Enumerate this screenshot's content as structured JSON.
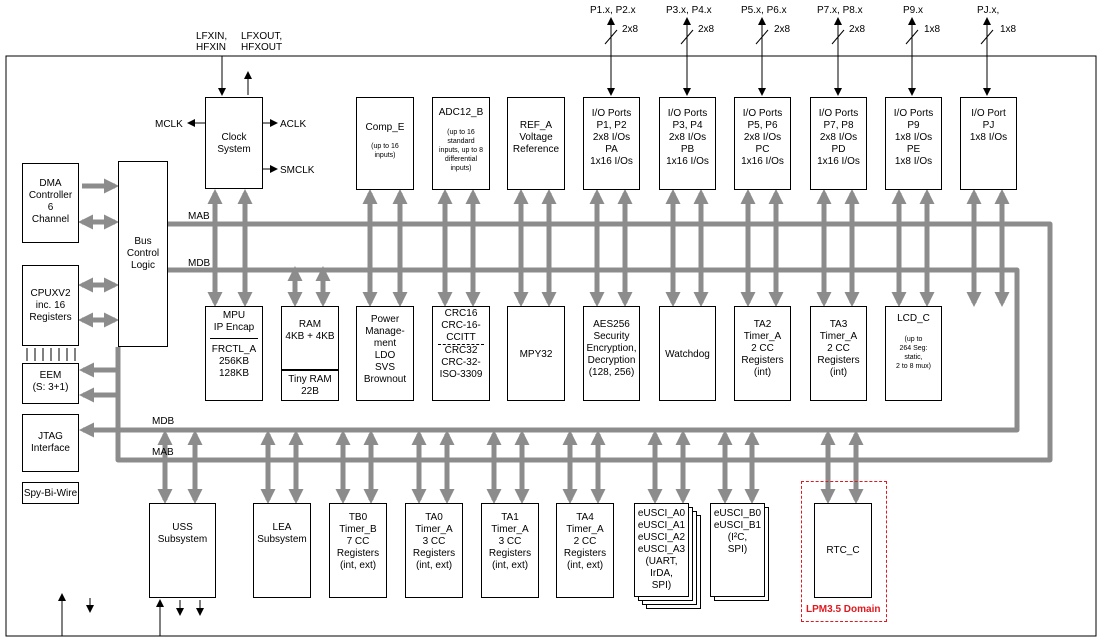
{
  "top_ports": [
    {
      "pins": "P1.x, P2.x",
      "width": "2x8"
    },
    {
      "pins": "P3.x, P4.x",
      "width": "2x8"
    },
    {
      "pins": "P5.x, P6.x",
      "width": "2x8"
    },
    {
      "pins": "P7.x, P8.x",
      "width": "2x8"
    },
    {
      "pins": "P9.x",
      "width": "1x8"
    },
    {
      "pins": "PJ.x,",
      "width": "1x8"
    }
  ],
  "clock_pins": {
    "inputs": [
      "LFXIN,",
      "HFXIN"
    ],
    "outputs": [
      "LFXOUT,",
      "HFXOUT"
    ]
  },
  "clock_signals": {
    "mclk": "MCLK",
    "aclk": "ACLK",
    "smclk": "SMCLK"
  },
  "bus_labels": {
    "mab_top": "MAB",
    "mdb_top": "MDB",
    "mdb_bottom": "MDB",
    "mab_bottom": "MAB"
  },
  "blocks": {
    "clock": [
      "Clock",
      "System"
    ],
    "comp": [
      "Comp_E"
    ],
    "comp_sub": [
      "(up to 16",
      "inputs)"
    ],
    "adc": [
      "ADC12_B"
    ],
    "adc_sub": [
      "(up to 16",
      "standard",
      "inputs, up to 8",
      "differential",
      "inputs)"
    ],
    "ref": [
      "REF_A",
      "",
      "Voltage",
      "Reference"
    ],
    "io1": [
      "I/O Ports",
      "P1, P2",
      "2x8 I/Os",
      "",
      "PA",
      "1x16 I/Os"
    ],
    "io2": [
      "I/O Ports",
      "P3, P4",
      "2x8 I/Os",
      "",
      "PB",
      "1x16 I/Os"
    ],
    "io3": [
      "I/O Ports",
      "P5, P6",
      "2x8 I/Os",
      "",
      "PC",
      "1x16 I/Os"
    ],
    "io4": [
      "I/O Ports",
      "P7, P8",
      "2x8 I/Os",
      "",
      "PD",
      "1x16 I/Os"
    ],
    "io5": [
      "I/O Ports",
      "P9",
      "1x8 I/Os",
      "",
      "PE",
      "1x8 I/Os"
    ],
    "io6": [
      "I/O Port",
      "PJ",
      "1x8 I/Os"
    ],
    "dma": [
      "DMA",
      "Controller",
      "",
      "6",
      "Channel"
    ],
    "bus": [
      "Bus",
      "Control",
      "Logic"
    ],
    "cpu": [
      "CPUXV2",
      "inc. 16",
      "Registers"
    ],
    "eem": [
      "EEM",
      "(S: 3+1)"
    ],
    "jtag": [
      "JTAG",
      "Interface"
    ],
    "spy": [
      "Spy-Bi-Wire"
    ],
    "mpu_top": [
      "MPU",
      "IP Encap"
    ],
    "mpu_bottom": [
      "FRCTL_A",
      "256KB",
      "128KB"
    ],
    "ram_top": [
      "RAM",
      "",
      "4KB + 4KB"
    ],
    "ram_bottom": [
      "Tiny RAM",
      "22B"
    ],
    "power": [
      "Power",
      "Manage-",
      "ment",
      "",
      "LDO",
      "SVS",
      "Brownout"
    ],
    "crc": [
      "CRC16",
      "",
      "CRC-16-",
      "CCITT",
      "CRC32",
      "",
      "CRC-32-",
      "ISO-3309"
    ],
    "mpy": [
      "MPY32"
    ],
    "aes": [
      "AES256",
      "",
      "Security",
      "Encryption,",
      "Decryption",
      "(128, 256)"
    ],
    "wdt": [
      "Watchdog"
    ],
    "ta2": [
      "TA2",
      "",
      "Timer_A",
      "2 CC",
      "Registers",
      "(int)"
    ],
    "ta3": [
      "TA3",
      "",
      "Timer_A",
      "2 CC",
      "Registers",
      "(int)"
    ],
    "lcd": [
      "LCD_C"
    ],
    "lcd_sub": [
      "(up to",
      "264 Seg:",
      "static,",
      "2 to 8 mux)"
    ],
    "uss": [
      "USS",
      "Subsystem"
    ],
    "lea": [
      "LEA",
      "Subsystem"
    ],
    "tb0": [
      "TB0",
      "",
      "Timer_B",
      "7 CC",
      "Registers",
      "(int, ext)"
    ],
    "ta0": [
      "TA0",
      "",
      "Timer_A",
      "3 CC",
      "Registers",
      "(int, ext)"
    ],
    "ta1": [
      "TA1",
      "",
      "Timer_A",
      "3 CC",
      "Registers",
      "(int, ext)"
    ],
    "ta4": [
      "TA4",
      "",
      "Timer_A",
      "2 CC",
      "Registers",
      "(int, ext)"
    ],
    "eusci_a": [
      "eUSCI_A0",
      "eUSCI_A1",
      "eUSCI_A2",
      "eUSCI_A3",
      "(UART,",
      "IrDA,",
      "SPI)"
    ],
    "eusci_b": [
      "eUSCI_B0",
      "eUSCI_B1",
      "(I²C,",
      "SPI)"
    ],
    "rtc": [
      "RTC_C"
    ]
  },
  "lpm_domain": "LPM3.5 Domain",
  "colors": {
    "bus": "#8c8c8c",
    "line": "#000000",
    "lpm": "#e0181f"
  }
}
